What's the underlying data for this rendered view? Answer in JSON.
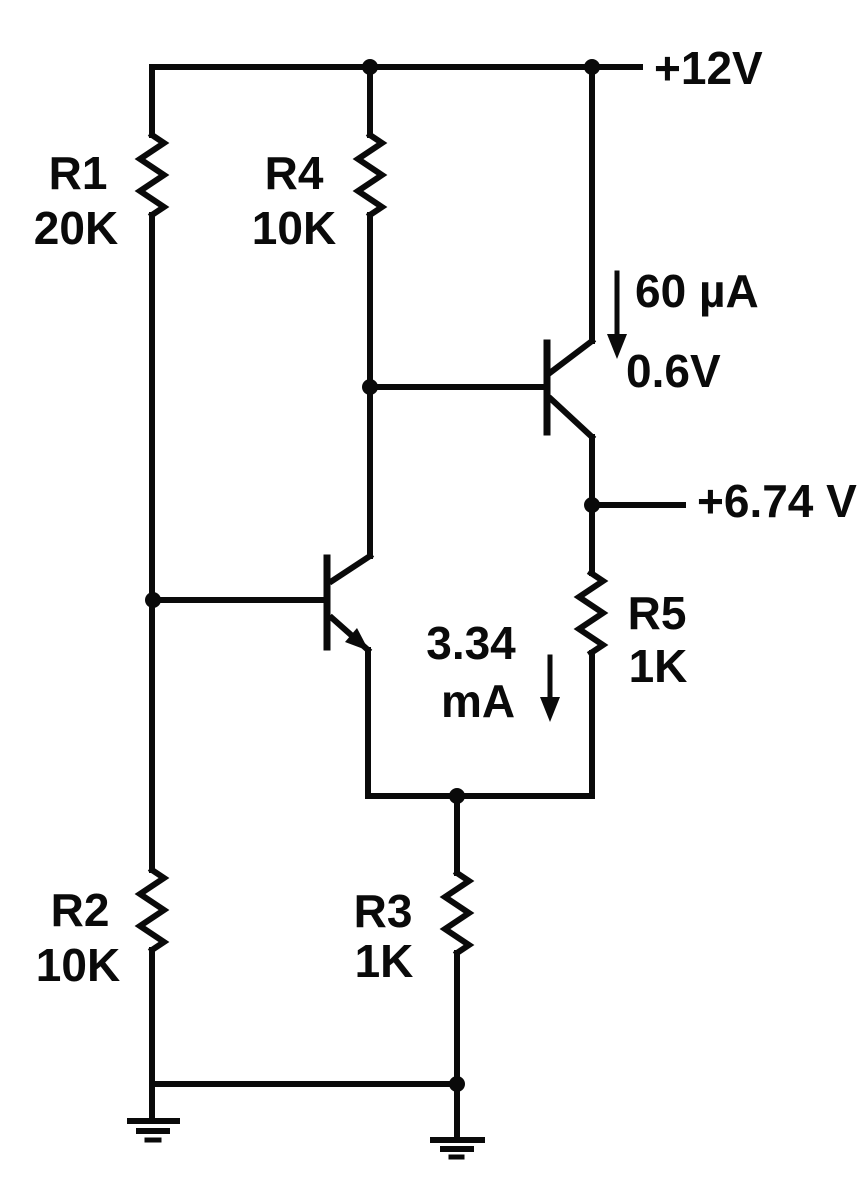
{
  "circuit": {
    "power_rail": {
      "label": "+12V"
    },
    "output_node": {
      "label": "+6.74 V"
    },
    "q2_base_current": {
      "label": "60 µA"
    },
    "q2_vbe": {
      "label": "0.6V"
    },
    "q1_emitter_current": {
      "value": "3.34",
      "unit": "mA"
    },
    "resistors": [
      {
        "ref": "R1",
        "value": "20K"
      },
      {
        "ref": "R2",
        "value": "10K"
      },
      {
        "ref": "R3",
        "value": "1K"
      },
      {
        "ref": "R4",
        "value": "10K"
      },
      {
        "ref": "R5",
        "value": "1K"
      }
    ],
    "colors": {
      "ink": "#0a0a0a",
      "background": "#ffffff"
    }
  }
}
